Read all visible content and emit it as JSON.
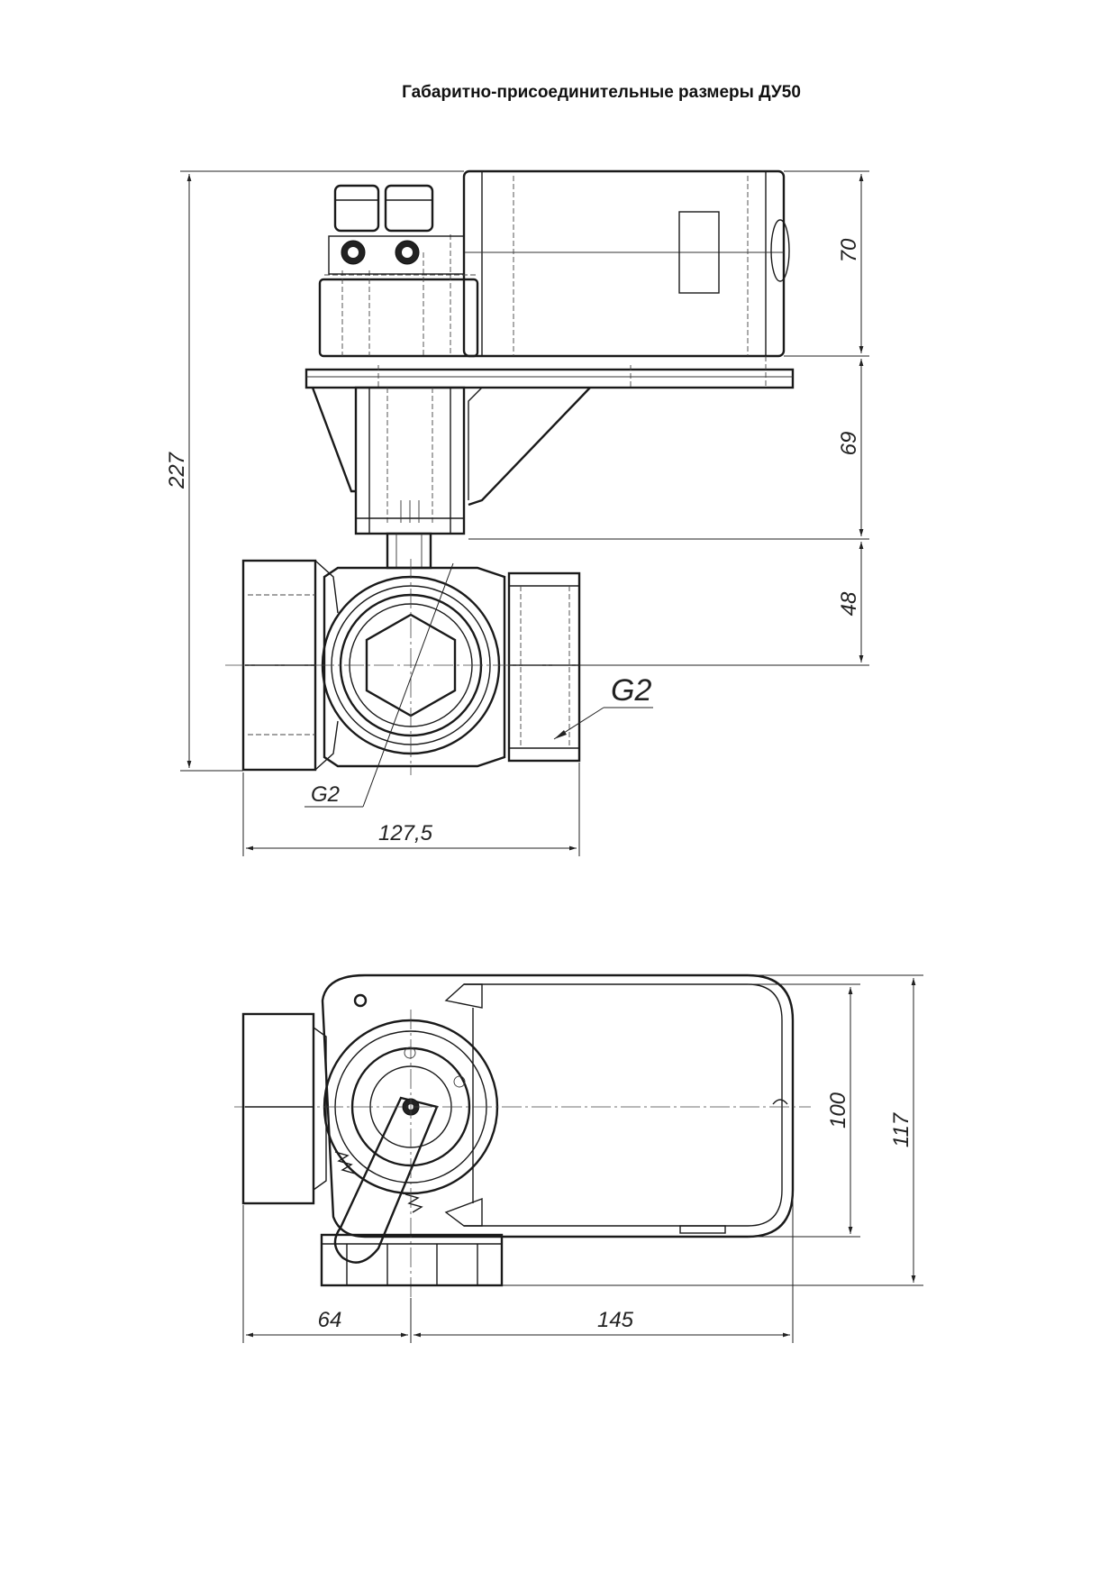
{
  "title": "Габаритно-присоединительные размеры ДУ50",
  "front_view": {
    "dimensions": {
      "overall_height": "227",
      "actuator_height": "70",
      "bracket_height": "69",
      "axis_height": "48",
      "body_length": "127,5"
    },
    "thread_labels": {
      "right_port": "G2",
      "bottom_port": "G2"
    }
  },
  "top_view": {
    "dimensions": {
      "left_length": "64",
      "right_length": "145",
      "actuator_width": "100",
      "overall_width": "117"
    }
  }
}
